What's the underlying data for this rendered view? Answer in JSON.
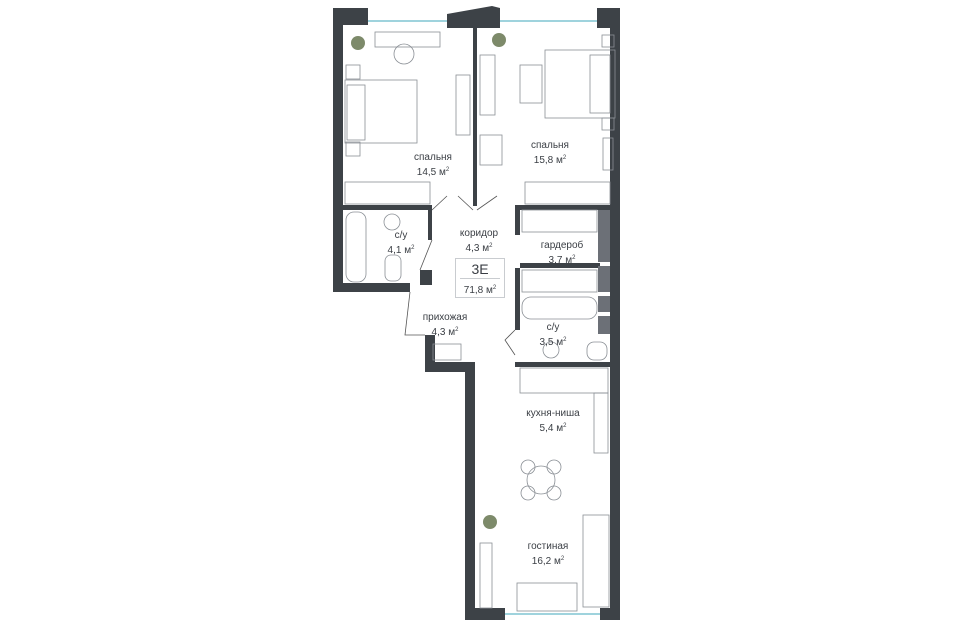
{
  "unit": {
    "code": "3E",
    "total_area": "71,8 м",
    "area_sup": "2"
  },
  "rooms": [
    {
      "name": "спальня",
      "area": "14,5 м"
    },
    {
      "name": "спальня",
      "area": "15,8 м"
    },
    {
      "name": "с/у",
      "area": "4,1 м"
    },
    {
      "name": "коридор",
      "area": "4,3 м"
    },
    {
      "name": "гардероб",
      "area": "3,7 м"
    },
    {
      "name": "прихожая",
      "area": "4,3 м"
    },
    {
      "name": "с/у",
      "area": "3,5 м"
    },
    {
      "name": "кухня-ниша",
      "area": "5,4 м"
    },
    {
      "name": "гостиная",
      "area": "16,2 м"
    }
  ],
  "sup": "2",
  "colors": {
    "wall": "#3d4247",
    "storage": "#6c7077",
    "window": "#bfe3ea",
    "furniture": "#8a8f95"
  }
}
